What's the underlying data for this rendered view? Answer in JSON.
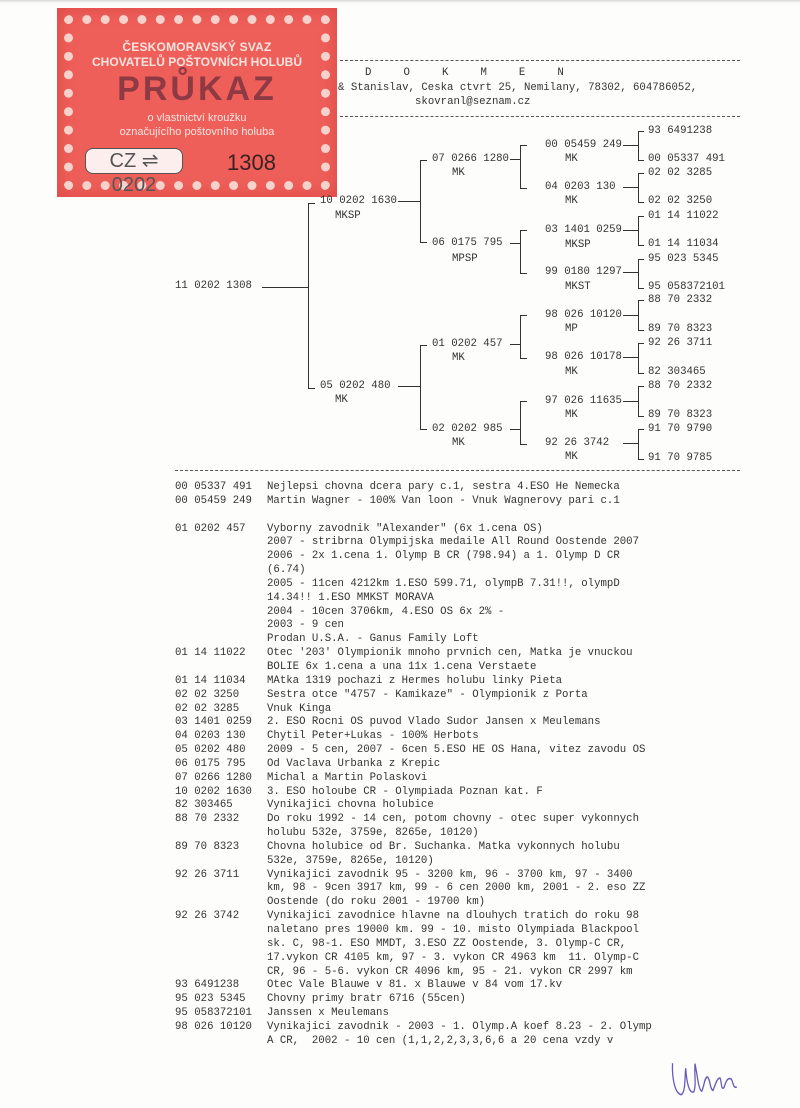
{
  "stamp": {
    "line1": "ČESKOMORAVSKÝ SVAZ",
    "line2": "CHOVATELŮ POŠTOVNÍCH HOLUBŮ",
    "title": "PRŮKAZ",
    "line3": "o vlastnictví kroužku",
    "line4": "označujícího poštovního holuba",
    "ring_prefix": "CZ ⇌ 0202",
    "ring_number": "1308"
  },
  "header": {
    "title": "D     O     K     M     E     N",
    "address": "& Stanislav, Ceska ctvrt 25, Nemilany, 78302, 604786052,",
    "email": "skovranl@seznam.cz"
  },
  "pedigree": {
    "subject": "11 0202 1308",
    "gen2": [
      {
        "ring": "10 0202 1630",
        "tag": "MKSP"
      },
      {
        "ring": "05 0202 480",
        "tag": "MK"
      }
    ],
    "gen3": [
      {
        "ring": "07 0266 1280",
        "tag": "MK"
      },
      {
        "ring": "06 0175 795",
        "tag": "MPSP"
      },
      {
        "ring": "01 0202 457",
        "tag": "MK"
      },
      {
        "ring": "02 0202 985",
        "tag": "MK"
      }
    ],
    "gen4": [
      {
        "ring": "00 05459 249",
        "tag": "MK"
      },
      {
        "ring": "04 0203 130",
        "tag": "MK"
      },
      {
        "ring": "03 1401 0259",
        "tag": "MKSP"
      },
      {
        "ring": "99 0180 1297",
        "tag": "MKST"
      },
      {
        "ring": "98 026 10120",
        "tag": "MP"
      },
      {
        "ring": "98 026 10178",
        "tag": "MK"
      },
      {
        "ring": "97 026 11635",
        "tag": "MK"
      },
      {
        "ring": "92 26 3742",
        "tag": "MK"
      }
    ],
    "gen5": [
      "93 6491238",
      "00 05337 491",
      "02 02 3285",
      "02 02 3250",
      "01 14 11022",
      "01 14 11034",
      "95 023 5345",
      "95 058372101",
      "88 70 2332",
      "89 70 8323",
      "92 26 3711",
      "82 303465",
      "88 70 2332",
      "89 70 8323",
      "91 70 9790",
      "91 70 9785"
    ]
  },
  "notes": [
    {
      "id": "00 05337 491",
      "lines": [
        "Nejlepsi chovna dcera pary c.1, sestra 4.ESO He Nemecka"
      ]
    },
    {
      "id": "00 05459 249",
      "lines": [
        "Martin Wagner - 100% Van loon - Vnuk Wagnerovy pari c.1"
      ]
    },
    {
      "id": "",
      "lines": [
        ""
      ]
    },
    {
      "id": "01 0202 457",
      "lines": [
        "Vyborny zavodnik \"Alexander\" (6x 1.cena OS)",
        "2007 - stribrna Olympijska medaile All Round Oostende 2007",
        "2006 - 2x 1.cena 1. Olymp B CR (798.94) a 1. Olymp D CR",
        "(6.74)",
        "2005 - 11cen 4212km 1.ESO 599.71, olympB 7.31!!, olympD",
        "14.34!! 1.ESO MMKST MORAVA",
        "2004 - 10cen 3706km, 4.ESO OS 6x 2% -",
        "2003 - 9 cen",
        "Prodan U.S.A. - Ganus Family Loft"
      ]
    },
    {
      "id": "01 14 11022",
      "lines": [
        "Otec '203' Olympionik mnoho prvnich cen, Matka je vnuckou",
        "BOLIE 6x 1.cena a una 11x 1.cena Verstaete"
      ]
    },
    {
      "id": "01 14 11034",
      "lines": [
        "MAtka 1319 pochazi z Hermes holubu linky Pieta"
      ]
    },
    {
      "id": "02 02 3250",
      "lines": [
        "Sestra otce \"4757 - Kamikaze\" - Olympionik z Porta"
      ]
    },
    {
      "id": "02 02 3285",
      "lines": [
        "Vnuk Kinga"
      ]
    },
    {
      "id": "03 1401 0259",
      "lines": [
        "2. ESO Rocni OS puvod Vlado Sudor Jansen x Meulemans"
      ]
    },
    {
      "id": "04 0203 130",
      "lines": [
        "Chytil Peter+Lukas - 100% Herbots"
      ]
    },
    {
      "id": "05 0202 480",
      "lines": [
        "2009 - 5 cen, 2007 - 6cen 5.ESO HE OS Hana, vitez zavodu OS"
      ]
    },
    {
      "id": "06 0175 795",
      "lines": [
        "Od Vaclava Urbanka z Krepic"
      ]
    },
    {
      "id": "07 0266 1280",
      "lines": [
        "Michal a Martin Polaskovi"
      ]
    },
    {
      "id": "10 0202 1630",
      "lines": [
        "3. ESO holoube CR - Olympiada Poznan kat. F"
      ]
    },
    {
      "id": "82 303465",
      "lines": [
        "Vynikajici chovna holubice"
      ]
    },
    {
      "id": "88 70 2332",
      "lines": [
        "Do roku 1992 - 14 cen, potom chovny - otec super vykonnych",
        "holubu 532e, 3759e, 8265e, 10120)"
      ]
    },
    {
      "id": "89 70 8323",
      "lines": [
        "Chovna holubice od Br. Suchanka. Matka vykonnych holubu",
        "532e, 3759e, 8265e, 10120)"
      ]
    },
    {
      "id": "92 26 3711",
      "lines": [
        "Vynikajici zavodnik 95 - 3200 km, 96 - 3700 km, 97 - 3400",
        "km, 98 - 9cen 3917 km, 99 - 6 cen 2000 km, 2001 - 2. eso ZZ",
        "Oostende (do roku 2001 - 19700 km)"
      ]
    },
    {
      "id": "92 26 3742",
      "lines": [
        "Vynikajici zavodnice hlavne na dlouhych tratich do roku 98",
        "naletano pres 19000 km. 99 - 10. misto Olympiada Blackpool",
        "sk. C, 98-1. ESO MMDT, 3.ESO ZZ Oostende, 3. Olymp-C CR,",
        "17.vykon CR 4105 km, 97 - 3. vykon CR 4963 km  11. Olymp-C",
        "CR, 96 - 5-6. vykon CR 4096 km, 95 - 21. vykon CR 2997 km"
      ]
    },
    {
      "id": "93 6491238",
      "lines": [
        "Otec Vale Blauwe v 81. x Blauwe v 84 vom 17.kv"
      ]
    },
    {
      "id": "95 023 5345",
      "lines": [
        "Chovny primy bratr 6716 (55cen)"
      ]
    },
    {
      "id": "95 058372101",
      "lines": [
        "Janssen x Meulemans"
      ]
    },
    {
      "id": "98 026 10120",
      "lines": [
        "Vynikajici zavodnik - 2003 - 1. Olymp.A koef 8.23 - 2. Olymp",
        "A CR,  2002 - 10 cen (1,1,2,2,3,3,6,6 a 20 cena vzdy v"
      ]
    }
  ],
  "signature": "Ulman"
}
